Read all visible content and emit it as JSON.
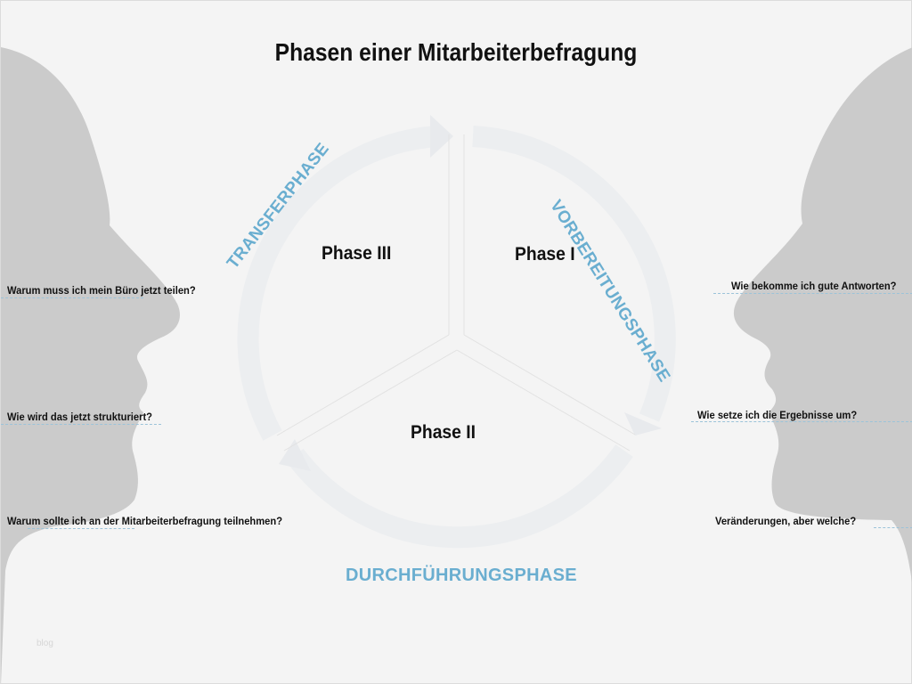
{
  "title": "Phasen einer Mitarbeiterbefragung",
  "colors": {
    "background": "#f4f4f4",
    "silhouette": "#cbcbcb",
    "phase_name": "#6aaed0",
    "text": "#111111",
    "cycle_arrow": "#ebedef"
  },
  "phases": [
    {
      "label": "Phase I",
      "name": "VORBEREITUNGSPHASE"
    },
    {
      "label": "Phase II",
      "name": "DURCHFÜHRUNGSPHASE"
    },
    {
      "label": "Phase III",
      "name": "TRANSFERPHASE"
    }
  ],
  "left_questions": [
    "Warum muss ich mein Büro jetzt teilen?",
    "Wie wird das jetzt strukturiert?",
    "Warum sollte ich an der Mitarbeiterbefragung teilnehmen?"
  ],
  "right_questions": [
    "Wie bekomme ich gute Antworten?",
    "Wie setze ich die Ergebnisse um?",
    "Veränderungen, aber welche?"
  ],
  "watermark": "blog"
}
